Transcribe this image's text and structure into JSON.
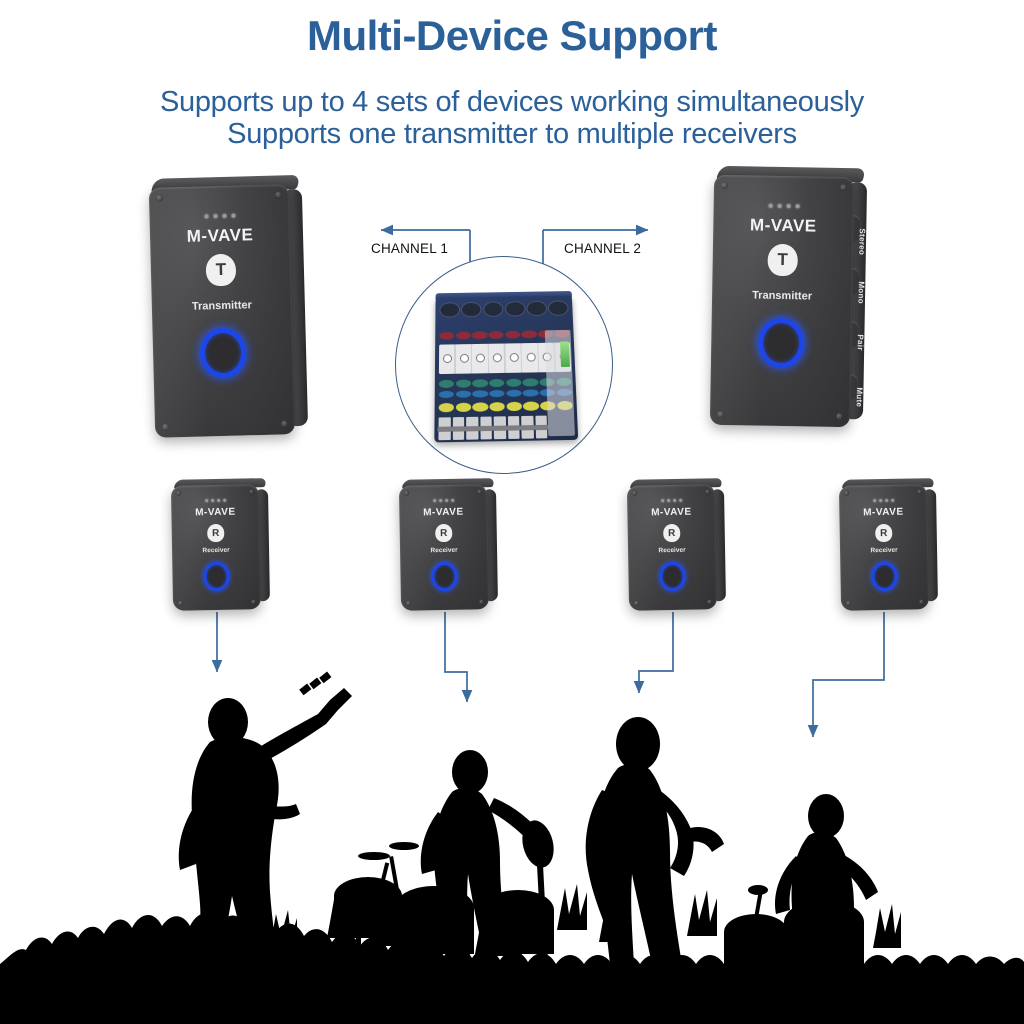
{
  "header": {
    "title": "Multi-Device Support",
    "subtitle_line1": "Supports up to 4 sets of devices working simultaneously",
    "subtitle_line2": "Supports one transmitter to multiple receivers",
    "title_color": "#2b6099",
    "subtitle_color": "#2b6099"
  },
  "channels": {
    "left_label": "CHANNEL 1",
    "right_label": "CHANNEL 2",
    "arrow_color": "#3c6b9e",
    "label_color": "#101010"
  },
  "transmitters": [
    {
      "id": "transmitter-left",
      "brand": "M-VAVE",
      "role_label": "Transmitter",
      "logo_glyph": "T",
      "led_count": 4,
      "button_color": "#1c46e8",
      "side_buttons": []
    },
    {
      "id": "transmitter-right",
      "brand": "M-VAVE",
      "role_label": "Transmitter",
      "logo_glyph": "T",
      "led_count": 4,
      "button_color": "#1c46e8",
      "side_buttons": [
        "Stereo",
        "Mono",
        "Pair",
        "Mute"
      ]
    }
  ],
  "receivers": [
    {
      "id": "receiver-1",
      "brand": "M-VAVE",
      "role_label": "Receiver",
      "logo_glyph": "R",
      "led_count": 4,
      "button_color": "#1c46e8"
    },
    {
      "id": "receiver-2",
      "brand": "M-VAVE",
      "role_label": "Receiver",
      "logo_glyph": "R",
      "led_count": 4,
      "button_color": "#1c46e8"
    },
    {
      "id": "receiver-3",
      "brand": "M-VAVE",
      "role_label": "Receiver",
      "logo_glyph": "R",
      "led_count": 4,
      "button_color": "#1c46e8"
    },
    {
      "id": "receiver-4",
      "brand": "M-VAVE",
      "role_label": "Receiver",
      "logo_glyph": "R",
      "led_count": 4,
      "button_color": "#1c46e8"
    }
  ],
  "mixer": {
    "name": "audio-mixer",
    "body_color": "#263758",
    "channel_strips": 8
  },
  "stage": {
    "performers": [
      "guitarist",
      "drummer",
      "singer",
      "percussionist"
    ],
    "crowd": "audience-silhouette",
    "color": "#000000"
  }
}
